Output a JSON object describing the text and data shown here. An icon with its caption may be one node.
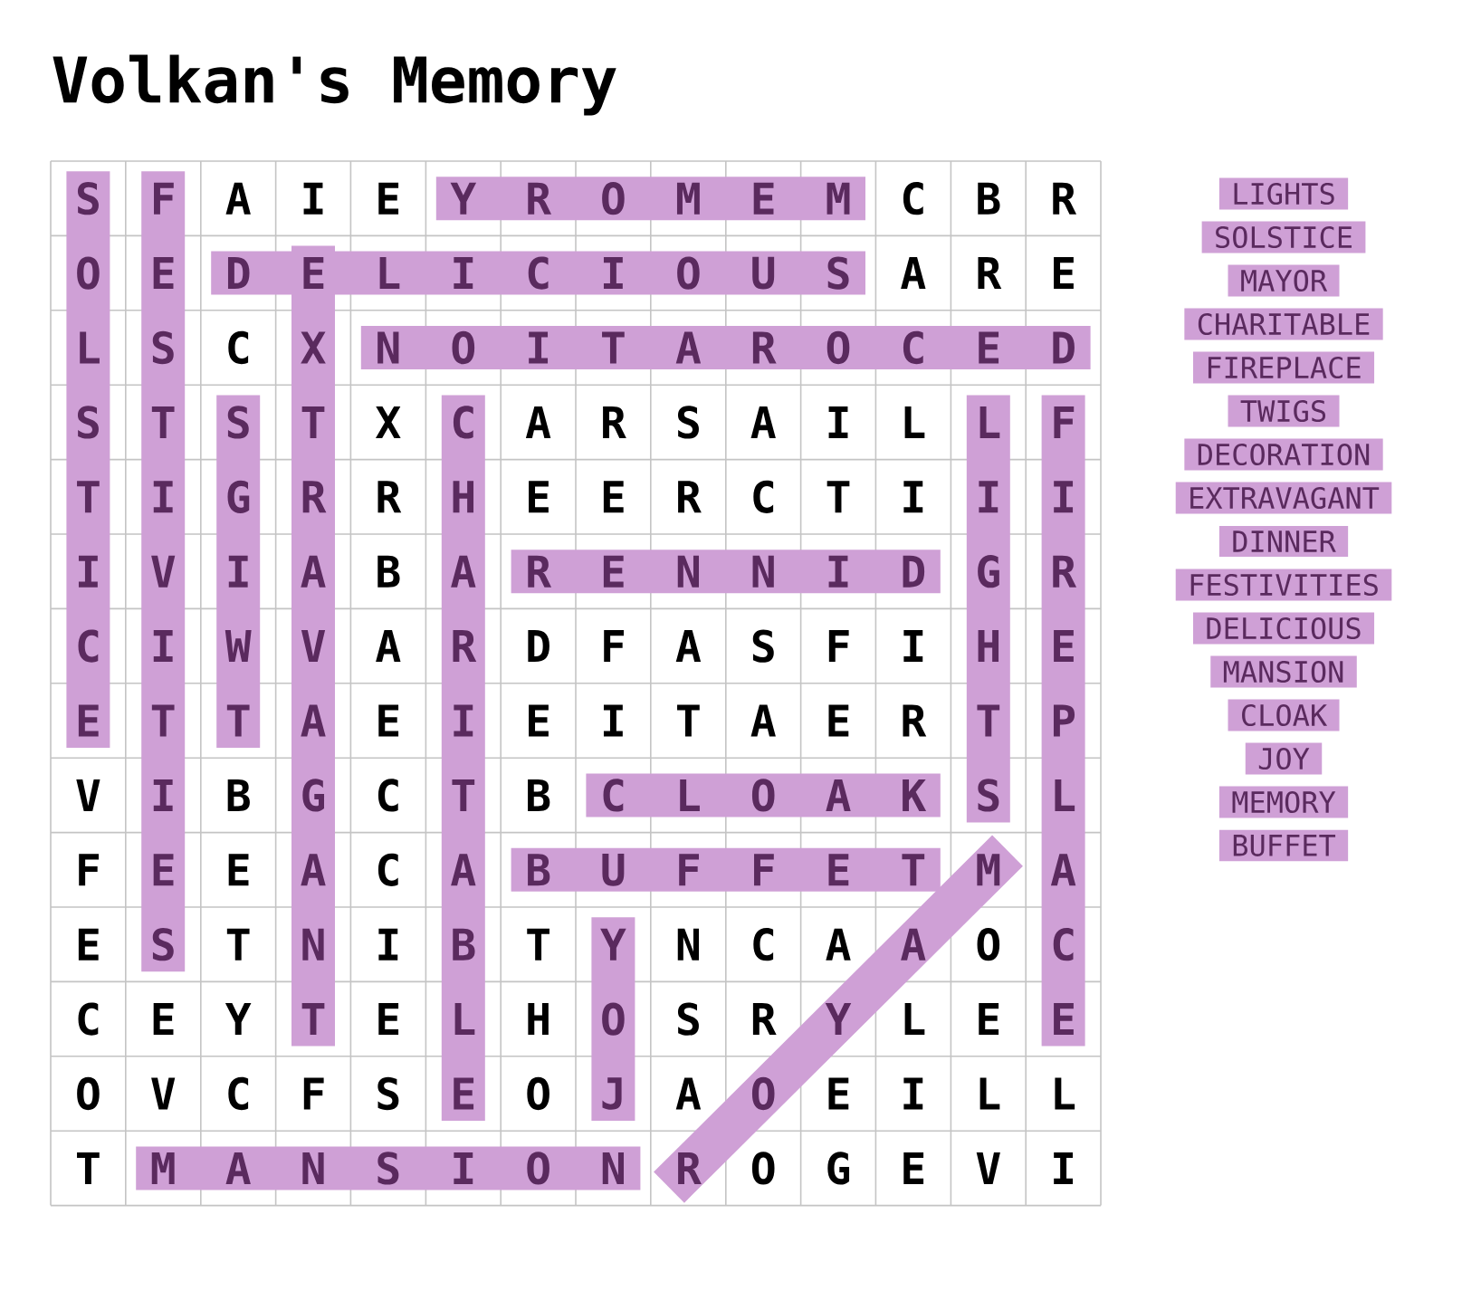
{
  "diagram": {
    "title": "Volkan's Memory",
    "labels": [
      "S",
      "F",
      "A",
      "I",
      "E",
      "Y",
      "R",
      "O",
      "M",
      "E",
      "M",
      "C",
      "B",
      "R",
      "O",
      "E",
      "D",
      "E",
      "L",
      "I",
      "C",
      "I",
      "O",
      "U",
      "S",
      "A",
      "R",
      "E",
      "L",
      "S",
      "C",
      "X",
      "N",
      "O",
      "I",
      "T",
      "A",
      "R",
      "O",
      "C",
      "E",
      "D",
      "S",
      "T",
      "S",
      "T",
      "X",
      "C",
      "A",
      "R",
      "S",
      "A",
      "I",
      "L",
      "L",
      "F",
      "T",
      "I",
      "G",
      "R",
      "R",
      "H",
      "E",
      "E",
      "R",
      "C",
      "T",
      "I",
      "I",
      "I",
      "I",
      "V",
      "I",
      "A",
      "B",
      "A",
      "R",
      "E",
      "N",
      "N",
      "I",
      "D",
      "G",
      "R",
      "C",
      "I",
      "W",
      "V",
      "A",
      "R",
      "D",
      "F",
      "A",
      "S",
      "F",
      "I",
      "H",
      "E",
      "E",
      "T",
      "T",
      "A",
      "E",
      "I",
      "E",
      "I",
      "T",
      "A",
      "E",
      "R",
      "T",
      "P",
      "V",
      "I",
      "B",
      "G",
      "C",
      "T",
      "B",
      "C",
      "L",
      "O",
      "A",
      "K",
      "S",
      "L",
      "F",
      "E",
      "E",
      "A",
      "C",
      "A",
      "B",
      "U",
      "F",
      "F",
      "E",
      "T",
      "M",
      "A",
      "E",
      "S",
      "T",
      "N",
      "I",
      "B",
      "T",
      "Y",
      "N",
      "C",
      "A",
      "A",
      "O",
      "C",
      "C",
      "E",
      "Y",
      "T",
      "E",
      "L",
      "H",
      "O",
      "S",
      "R",
      "Y",
      "L",
      "E",
      "E",
      "O",
      "V",
      "C",
      "F",
      "S",
      "E",
      "O",
      "J",
      "A",
      "O",
      "E",
      "I",
      "L",
      "L",
      "T",
      "M",
      "A",
      "N",
      "S",
      "I",
      "O",
      "N",
      "R",
      "O",
      "G",
      "E",
      "V",
      "I",
      "LIGHTS",
      "SOLSTICE",
      "MAYOR",
      "CHARITABLE",
      "FIREPLACE",
      "TWIGS",
      "DECORATION",
      "EXTRAVAGANT",
      "DINNER",
      "FESTIVITIES",
      "DELICIOUS",
      "MANSION",
      "CLOAK",
      "JOY",
      "MEMORY",
      "BUFFET"
    ]
  }
}
